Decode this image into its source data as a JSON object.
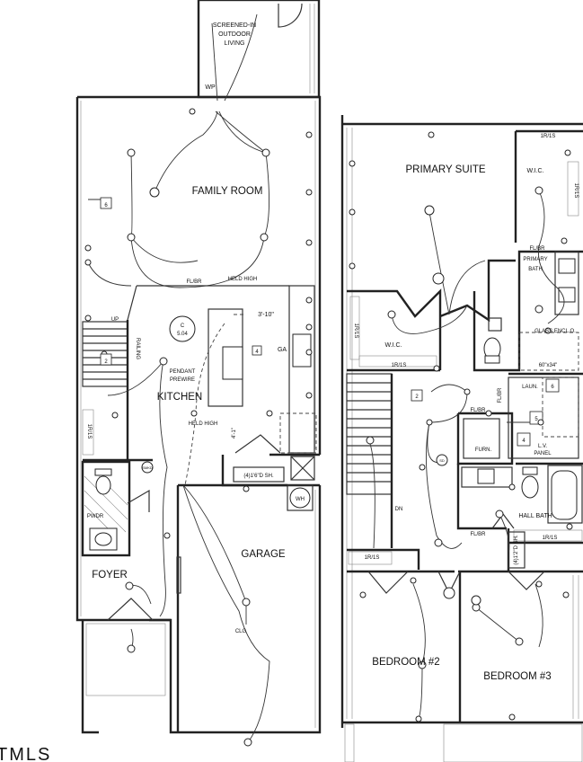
{
  "left_plan": {
    "rooms": {
      "screened": [
        "SCREENED-IN",
        "OUTDOOR",
        "LIVING"
      ],
      "family_room": "FAMILY ROOM",
      "kitchen": "KITCHEN",
      "foyer": "FOYER",
      "garage": "GARAGE",
      "pwdr": "PWDR"
    },
    "notes": {
      "wp": "WP",
      "fl_br": "FL/BR",
      "held_high_1": "HELD HIGH",
      "held_high_2": "HELD HIGH",
      "dim": "3'-10\"",
      "pendant": [
        "PENDANT",
        "PREWIRE"
      ],
      "c_circle": [
        "C",
        "5.04"
      ],
      "up": "UP",
      "railing": "RAILING",
      "shelf_1r1s": "1R/1S",
      "ga": "GA",
      "sh_4": "(4)1'6\"D SH.",
      "wh": "WH",
      "clg": "CLG",
      "dim_vertical": "4'-1\"",
      "smkd": "SMKD"
    },
    "tags": [
      "6",
      "2",
      "4"
    ]
  },
  "right_plan": {
    "rooms": {
      "primary_suite": "PRIMARY SUITE",
      "wic_1": "W.I.C.",
      "wic_2": "W.I.C.",
      "primary_bath": [
        "FL/BR",
        "PRIMARY",
        "BATH"
      ],
      "laun": "LAUN.",
      "furn": "FURN.",
      "hall_bath": "HALL BATH",
      "bedroom_2": "BEDROOM #2",
      "bedroom_3": "BEDROOM #3",
      "lv_panel": [
        "L.V.",
        "PANEL"
      ]
    },
    "notes": {
      "shelf_top": "1R/1S",
      "shelf_wic_side": "1R/1S",
      "shelf_wic_bottom": "1R/1S",
      "shelf_top_right": "1R/1S",
      "shelf_bed2": "1R/1S",
      "shelf_bed3": "1R/1S",
      "glass_encl": "GLASS ENCL.O.",
      "shower_dim": "60\"x34\"",
      "fl_br_1": "FL/BR",
      "fl_br_2": "FL/BR",
      "fl_br_3": "FL/BR",
      "dn": "DN",
      "sh_4": "(4)1'2\"D SH.",
      "sd": "SD"
    },
    "tags": [
      "2",
      "4",
      "5",
      "6"
    ]
  },
  "footer": {
    "watermark": "TMLS"
  }
}
